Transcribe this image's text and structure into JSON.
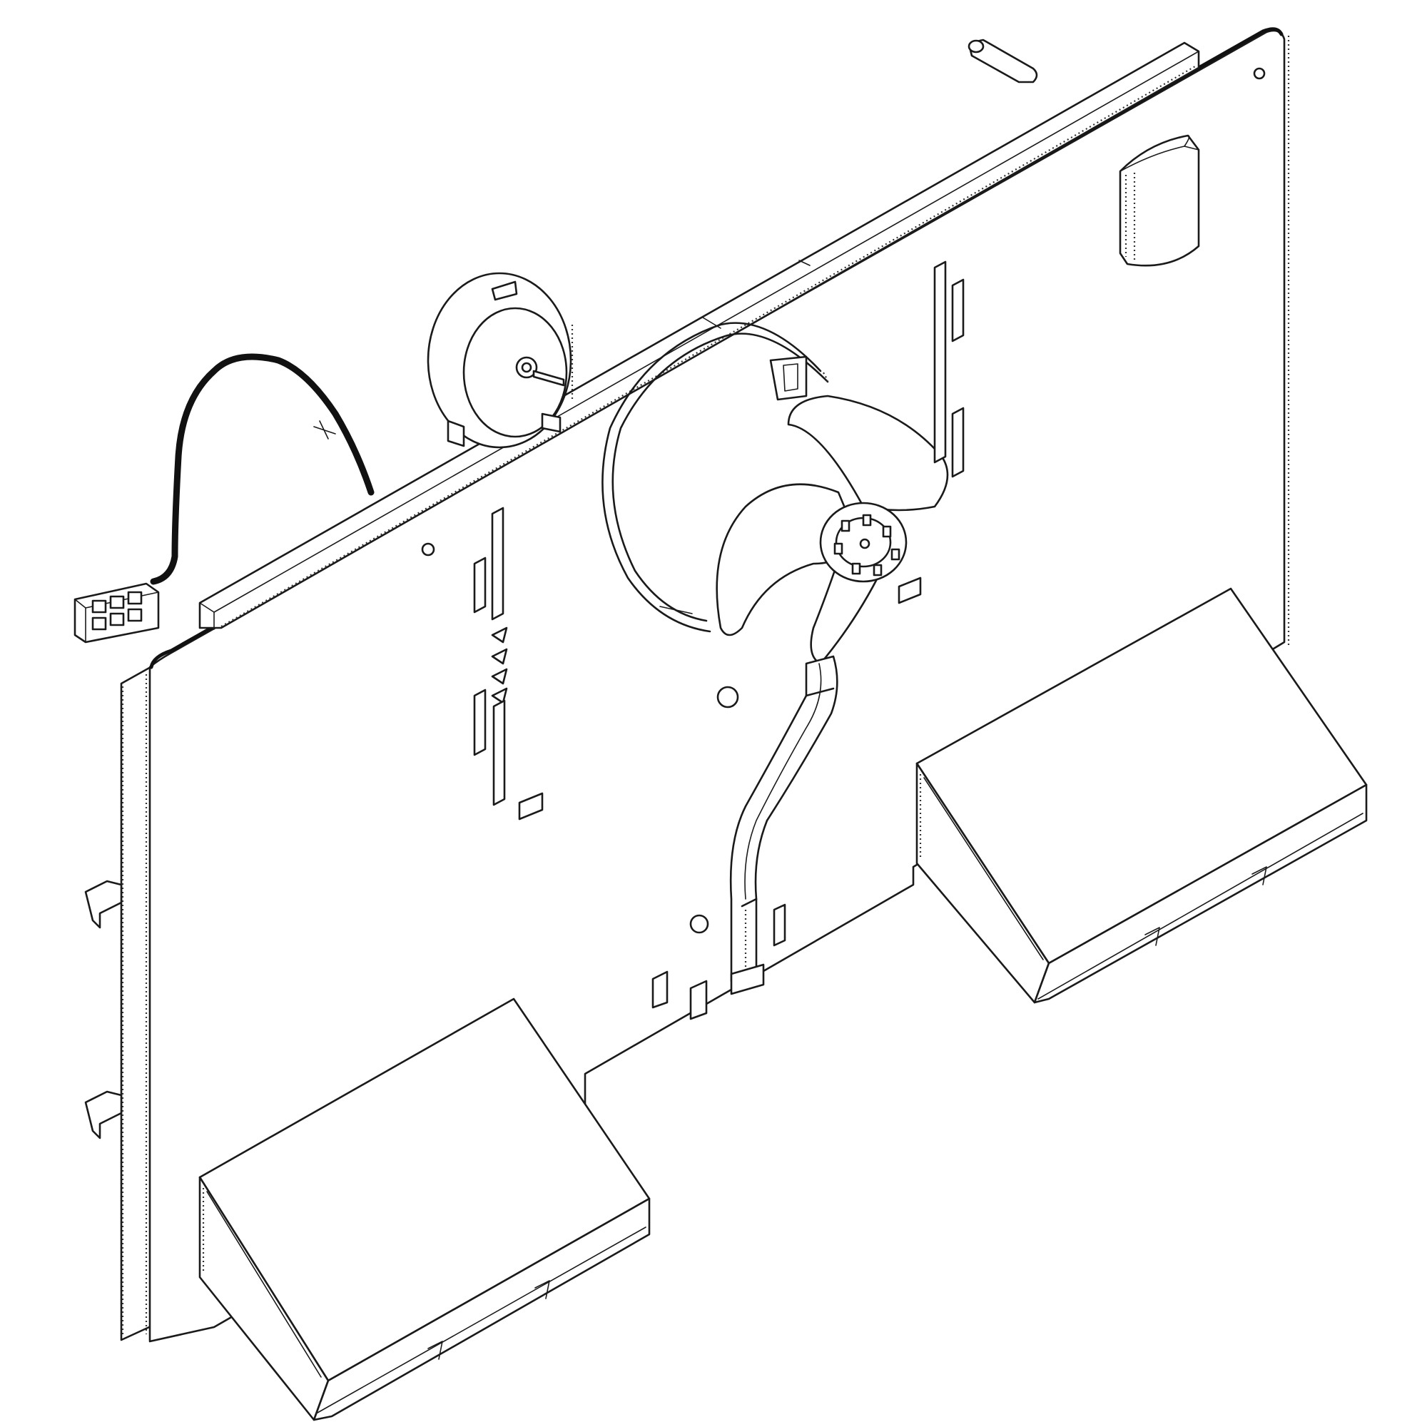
{
  "diagram": {
    "kind": "exploded-parts-drawing",
    "palette": {
      "line": "#1a1a1a",
      "paper": "#ffffff"
    },
    "parts": [
      "evaporator-cover-panel",
      "foam-gasket-strip",
      "fan-motor",
      "motor-wire-harness",
      "harness-connector",
      "fan-blade",
      "fan-shroud-ring",
      "air-duct-left",
      "air-duct-right",
      "air-channel-tube",
      "damper-bracket",
      "spacer-pin"
    ]
  }
}
